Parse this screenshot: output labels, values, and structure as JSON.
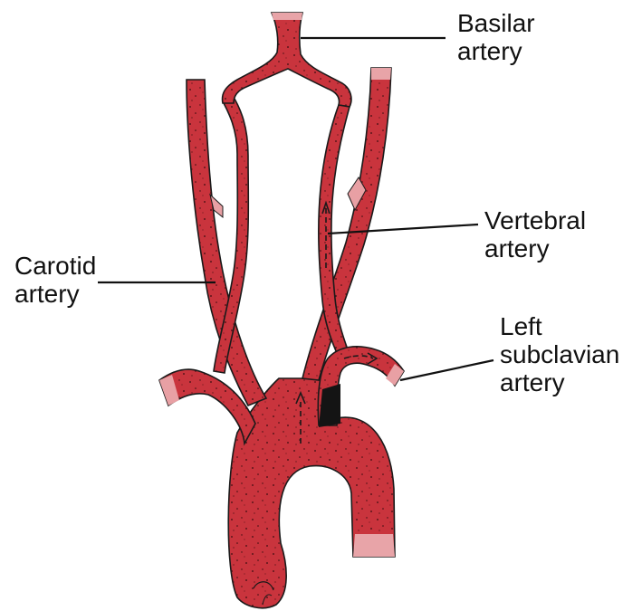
{
  "labels": {
    "basilar": {
      "lines": [
        "Basilar",
        "artery"
      ]
    },
    "vertebral": {
      "lines": [
        "Vertebral",
        "artery"
      ]
    },
    "carotid": {
      "lines": [
        "Carotid",
        "artery"
      ]
    },
    "subclavian": {
      "lines": [
        "Left",
        "subclavian",
        "artery"
      ]
    }
  },
  "colors": {
    "artery": "#c9343d",
    "artery_edge": "#1a1a1a",
    "occlusion": "#141414",
    "text": "#111111"
  }
}
